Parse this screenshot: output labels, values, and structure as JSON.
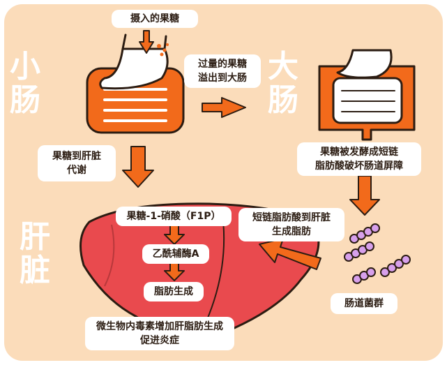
{
  "organs": {
    "small_intestine": [
      "小",
      "肠"
    ],
    "large_intestine": [
      "大",
      "肠"
    ],
    "liver": [
      "肝",
      "脏"
    ]
  },
  "labels": {
    "intake": "摄入的果糖",
    "overflow": [
      "过量的果糖",
      "溢出到大肠"
    ],
    "to_liver": [
      "果糖到肝脏",
      "代谢"
    ],
    "fermented": [
      "果糖被发酵成短链",
      "脂肪酸破坏肠道屏障"
    ],
    "scfa_to_liver": [
      "短链脂肪酸到肝脏",
      "生成脂肪"
    ],
    "gut_flora": "肠道菌群",
    "f1p": "果糖-1-硝酸（F1P）",
    "acetyl_coa": "乙酰辅酶A",
    "fat_generation": "脂肪生成",
    "endotoxin": [
      "微生物内毒素增加肝脂肪生成",
      "促进炎症"
    ]
  },
  "colors": {
    "background": "#fbdcba",
    "orange": "#f26a1b",
    "liver_red": "#e94a4e",
    "bacteria_purple": "#d7a0ec",
    "outline": "#2b1c12"
  }
}
